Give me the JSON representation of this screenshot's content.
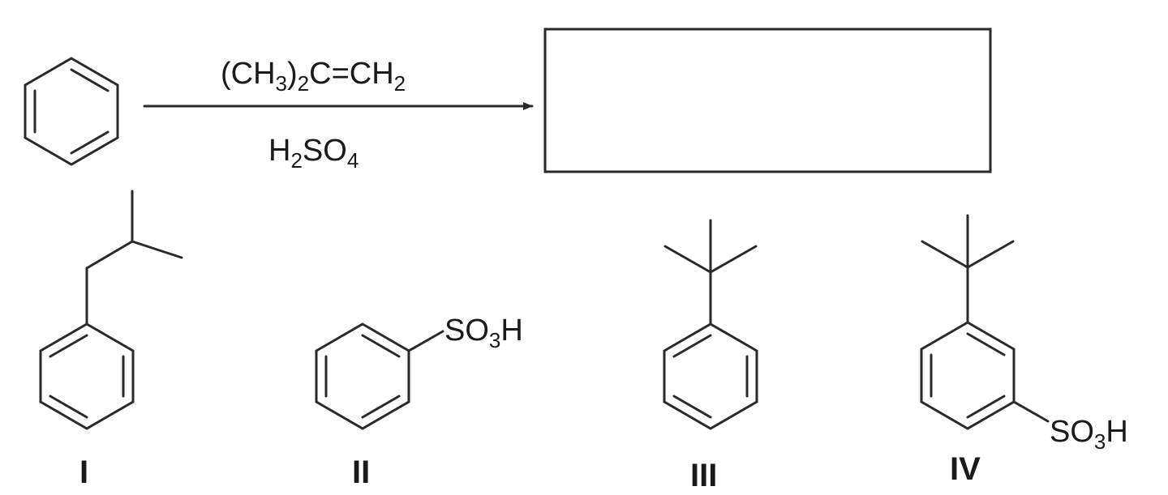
{
  "reaction": {
    "reagent_above": {
      "base": "(CH",
      "sub1": "3",
      "mid": ")",
      "sub2": "2",
      "tail": "C=CH",
      "sub3": "2"
    },
    "reagent_below": {
      "h": "H",
      "sub1": "2",
      "so": "SO",
      "sub2": "4"
    },
    "product_box": ""
  },
  "choices": [
    {
      "label": "I"
    },
    {
      "label": "II",
      "group": {
        "so": "SO",
        "sub": "3",
        "h": "H"
      }
    },
    {
      "label": "III"
    },
    {
      "label": "IV",
      "group": {
        "so": "SO",
        "sub": "3",
        "h": "H"
      }
    }
  ]
}
